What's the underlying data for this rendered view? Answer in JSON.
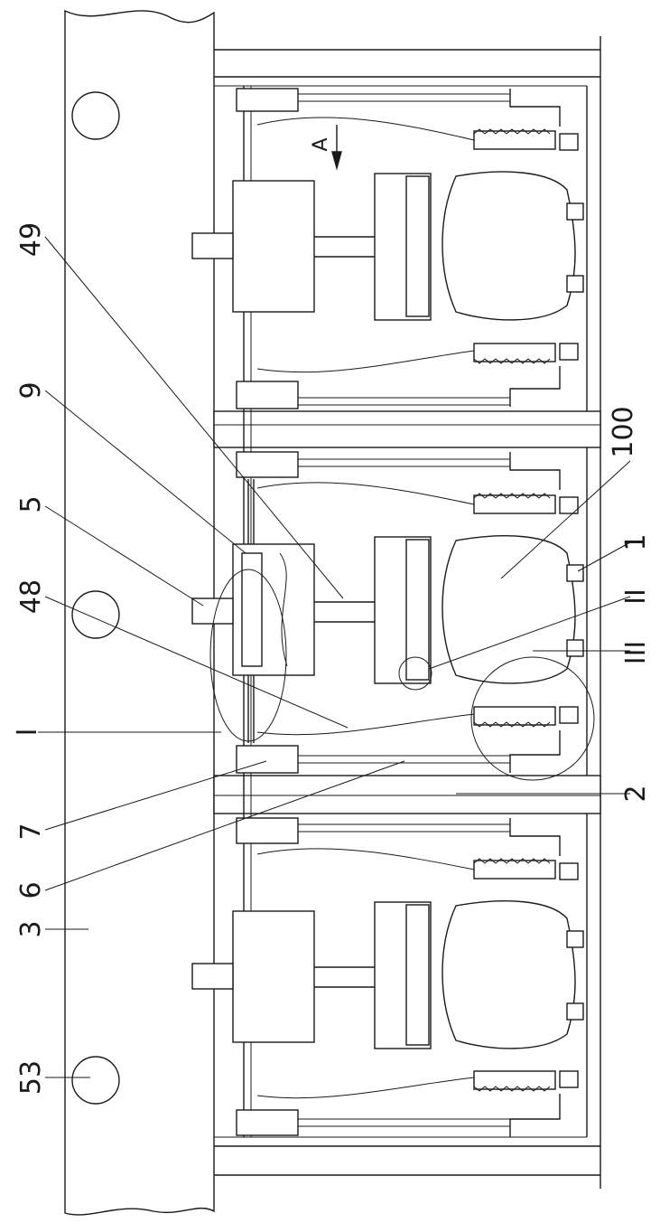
{
  "labels": {
    "l49": "49",
    "l9": "9",
    "l5": "5",
    "l48": "48",
    "lI": "I",
    "l7": "7",
    "l6": "6",
    "l3": "3",
    "l53": "53",
    "l100": "100",
    "l1": "1",
    "lII": "II",
    "lIII": "III",
    "l2": "2",
    "lA": "A"
  }
}
